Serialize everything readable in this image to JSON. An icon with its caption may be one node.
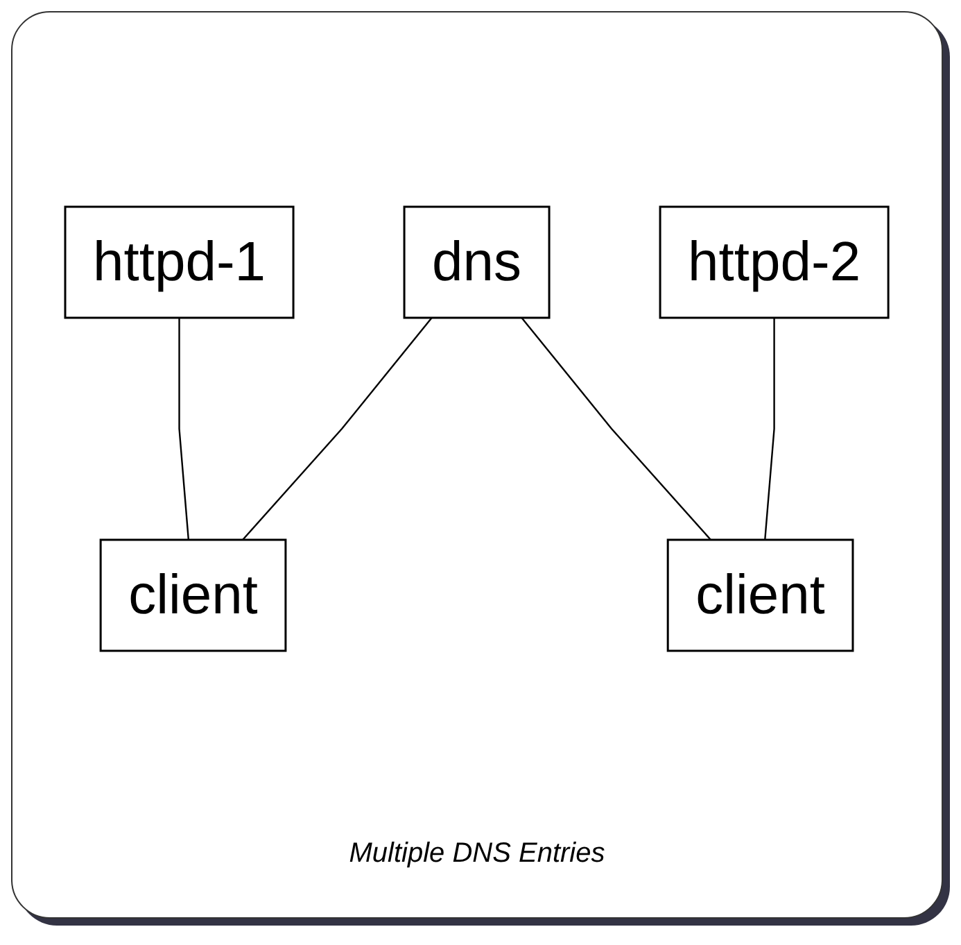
{
  "diagram": {
    "caption": "Multiple DNS Entries",
    "nodes": [
      {
        "text": [
          "httpd-1"
        ]
      },
      {
        "text": [
          "httpd-2"
        ]
      },
      {
        "text": [
          "dns"
        ]
      },
      {
        "text": [
          "client"
        ]
      },
      {
        "text": [
          "client"
        ]
      }
    ],
    "edges": [
      {
        "from": 0,
        "to": 3,
        "arrow": "none"
      },
      {
        "from": 2,
        "to": 3,
        "arrow": "none"
      },
      {
        "from": 2,
        "to": 4,
        "arrow": "none"
      },
      {
        "from": 1,
        "to": 4,
        "arrow": "none"
      }
    ]
  }
}
